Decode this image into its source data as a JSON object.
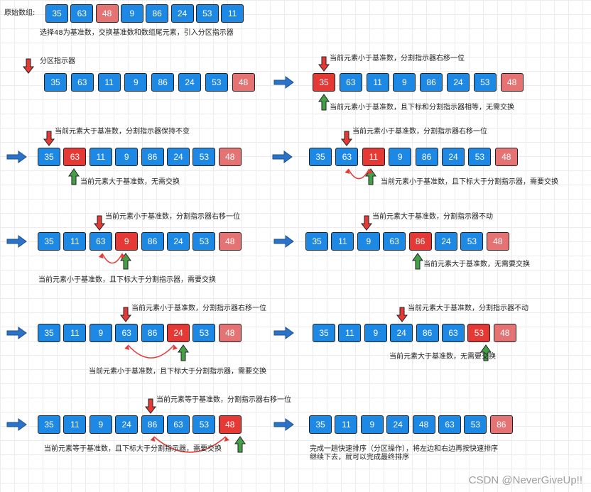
{
  "colors": {
    "normal": "#1e88e5",
    "pivot": "#e57373",
    "current": "#e53935",
    "down_arrow": "#e53935",
    "up_arrow": "#43a047",
    "flow_arrow": "#2b73c9",
    "swap_arc": "#e53935"
  },
  "original": {
    "label": "原始数组:",
    "values": [
      "35",
      "63",
      "48",
      "9",
      "86",
      "24",
      "53",
      "11"
    ],
    "pivot_index": 2,
    "caption": "选择48为基准数，交换基准数和数组尾元素，引入分区指示器"
  },
  "init": {
    "label": "分区指示器",
    "values": [
      "35",
      "63",
      "11",
      "9",
      "86",
      "24",
      "53",
      "48"
    ]
  },
  "steps": [
    {
      "values": [
        "35",
        "63",
        "11",
        "9",
        "86",
        "24",
        "53",
        "48"
      ],
      "current": 0,
      "top": "当前元素小于基准数，分割指示器右移一位",
      "bottom": "当前元素小于基准数，且下标和分割指示器相等，无需交换",
      "swap": false
    },
    {
      "values": [
        "35",
        "63",
        "11",
        "9",
        "86",
        "24",
        "53",
        "48"
      ],
      "current": 1,
      "top": "当前元素大于基准数，分割指示器保持不变",
      "bottom": "当前元素大于基准数，无需交换",
      "swap": false
    },
    {
      "values": [
        "35",
        "63",
        "11",
        "9",
        "86",
        "24",
        "53",
        "48"
      ],
      "current": 2,
      "top": "当前元素小于基准数，分割指示器右移一位",
      "bottom": "当前元素小于基准数，且下标大于分割指示器，需要交换",
      "swap": true
    },
    {
      "values": [
        "35",
        "11",
        "63",
        "9",
        "86",
        "24",
        "53",
        "48"
      ],
      "current": 3,
      "top": "当前元素小于基准数，分割指示器右移一位",
      "bottom": "当前元素小于基准数，且下标大于分割指示器，需要交换",
      "swap": true
    },
    {
      "values": [
        "35",
        "11",
        "9",
        "63",
        "86",
        "24",
        "53",
        "48"
      ],
      "current": 4,
      "top": "当前元素大于基准数，分割指示器不动",
      "bottom": "当前元素大于基准数，无需要交换",
      "swap": false
    },
    {
      "values": [
        "35",
        "11",
        "9",
        "63",
        "86",
        "24",
        "53",
        "48"
      ],
      "current": 5,
      "top": "当前元素小于基准数，分割指示器右移一位",
      "bottom": "当前元素小于基准数，且下标大于分割指示器，需要交换",
      "swap": true
    },
    {
      "values": [
        "35",
        "11",
        "9",
        "24",
        "86",
        "63",
        "53",
        "48"
      ],
      "current": 6,
      "top": "当前元素大于基准数，分割指示器不动",
      "bottom": "当前元素大于基准数，无需要交换",
      "swap": false
    },
    {
      "values": [
        "35",
        "11",
        "9",
        "24",
        "86",
        "63",
        "53",
        "48"
      ],
      "current": 7,
      "top": "当前元素等于基准数，分割指示器右移一位",
      "bottom": "当前元素等于基准数，且下标大于分割指示器，需要交换",
      "swap": true
    }
  ],
  "final": {
    "values": [
      "35",
      "11",
      "9",
      "24",
      "48",
      "63",
      "53",
      "86"
    ],
    "pivot_index": 7,
    "caption": "完成一趟快速排序（分区操作），将左边和右边再按快速排序\n继续下去，就可以完成最终排序"
  },
  "watermark": "CSDN @NeverGiveUp!!"
}
